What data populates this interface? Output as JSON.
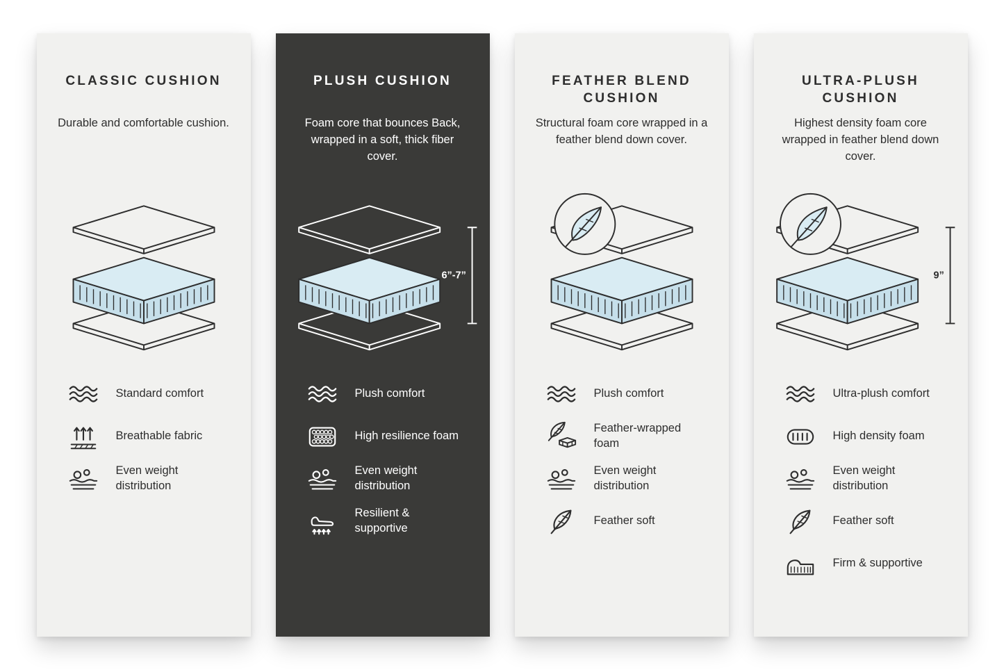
{
  "colors": {
    "page_background": "#ffffff",
    "panel_light": "#f1f1ef",
    "panel_dark": "#3a3a38",
    "foam_top": "#d9ecf3",
    "foam_side": "#c6dfea",
    "outline": "#2e2e2e",
    "text_dark": "#2e2e2e",
    "text_light": "#ffffff"
  },
  "panels": [
    {
      "id": "classic",
      "theme": "light",
      "title": "CLASSIC CUSHION",
      "description": "Durable and comfortable cushion.",
      "diagram": {
        "feather_badge": false,
        "height_label": ""
      },
      "features": [
        {
          "icon": "wave-icon",
          "label": "Standard comfort"
        },
        {
          "icon": "breathable-fabric-icon",
          "label": "Breathable fabric"
        },
        {
          "icon": "weight-distribution-icon",
          "label": "Even weight distribution"
        }
      ]
    },
    {
      "id": "plush",
      "theme": "dark",
      "title": "PLUSH CUSHION",
      "description": "Foam core that bounces Back, wrapped in a soft, thick fiber cover.",
      "diagram": {
        "feather_badge": false,
        "height_label": "6”-7”"
      },
      "features": [
        {
          "icon": "wave-icon",
          "label": "Plush comfort"
        },
        {
          "icon": "honeycomb-foam-icon",
          "label": "High resilience foam"
        },
        {
          "icon": "weight-distribution-icon",
          "label": "Even weight distribution"
        },
        {
          "icon": "resilient-supportive-icon",
          "label": "Resilient & supportive"
        }
      ]
    },
    {
      "id": "feather-blend",
      "theme": "light",
      "title": "FEATHER BLEND CUSHION",
      "description": "Structural foam core wrapped in a feather blend down cover.",
      "diagram": {
        "feather_badge": true,
        "height_label": ""
      },
      "features": [
        {
          "icon": "wave-icon",
          "label": "Plush comfort"
        },
        {
          "icon": "feather-wrapped-foam-icon",
          "label": "Feather-wrapped foam"
        },
        {
          "icon": "weight-distribution-icon",
          "label": "Even weight distribution"
        },
        {
          "icon": "feather-icon",
          "label": "Feather soft"
        }
      ]
    },
    {
      "id": "ultra-plush",
      "theme": "light",
      "title": "ULTRA-PLUSH CUSHION",
      "description": "Highest density foam core wrapped in feather blend down cover.",
      "diagram": {
        "feather_badge": true,
        "height_label": "9”"
      },
      "features": [
        {
          "icon": "wave-icon",
          "label": "Ultra-plush comfort"
        },
        {
          "icon": "high-density-foam-icon",
          "label": "High density foam"
        },
        {
          "icon": "weight-distribution-icon",
          "label": "Even weight distribution"
        },
        {
          "icon": "feather-icon",
          "label": "Feather soft"
        },
        {
          "icon": "firm-supportive-icon",
          "label": "Firm & supportive"
        }
      ]
    }
  ]
}
